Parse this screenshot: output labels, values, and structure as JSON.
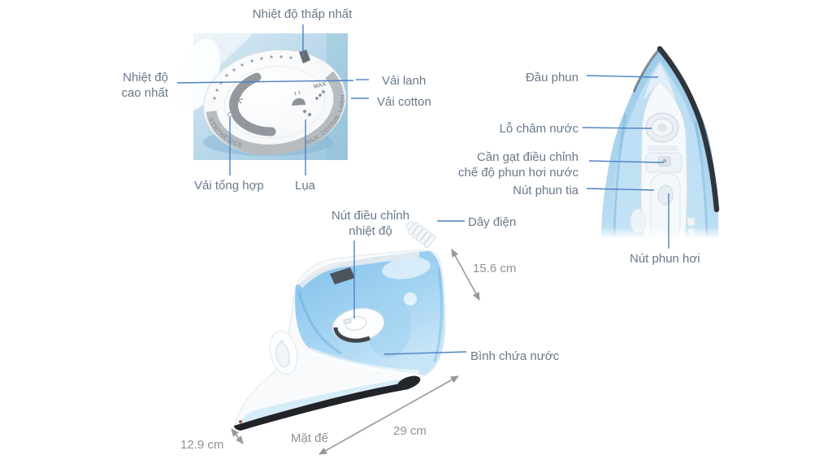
{
  "dial": {
    "min_temp": "Nhiệt độ thấp nhất",
    "max_temp_1": "Nhiệt độ",
    "max_temp_2": "cao nhất",
    "linen": "Vải lanh",
    "cotton": "Vải cotton",
    "synthetic": "Vải tổng hợp",
    "silk": "Lụa",
    "ring_synthetics": "SYNTHETICS",
    "ring_fabrics": "SILK  COTTON  LINEN",
    "ring_max": "MAX"
  },
  "top": {
    "nozzle": "Đầu phun",
    "inlet": "Lỗ châm nước",
    "lever_1": "Cần gạt điều chỉnh",
    "lever_2": "chế độ phun hơi nước",
    "spray_btn": "Nút phun tia",
    "steam_btn": "Nút phun hơi"
  },
  "side": {
    "temp_knob_1": "Nút điều chỉnh",
    "temp_knob_2": "nhiệt độ",
    "cord": "Dây điện",
    "tank": "Bình chứa nước",
    "soleplate": "Mặt đế",
    "dim_height": "15.6 cm",
    "dim_length": "29 cm",
    "dim_width": "12.9 cm"
  },
  "colors": {
    "label_text": "#68798a",
    "dimension_text": "#8d9297",
    "leader_line": "#4d82c4",
    "dimension_arrow": "#97999c",
    "iron_blue": "#9fcbe9",
    "iron_blue_light": "#cde7f7",
    "dial_band_gray": "#a6acb2",
    "soleplate_black": "#202327",
    "dial_square_blue": "#b9d8ea"
  }
}
